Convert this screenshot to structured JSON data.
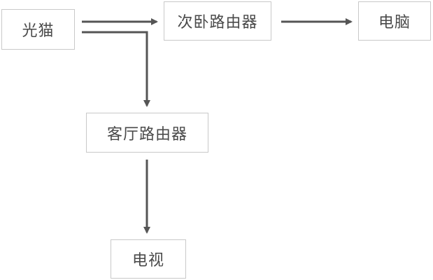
{
  "diagram": {
    "nodes": {
      "modem": "光猫",
      "bedroom_router": "次卧路由器",
      "pc": "电脑",
      "living_router": "客厅路由器",
      "tv": "电视"
    },
    "edges": [
      {
        "from": "modem",
        "to": "bedroom_router"
      },
      {
        "from": "bedroom_router",
        "to": "pc"
      },
      {
        "from": "modem",
        "to": "living_router"
      },
      {
        "from": "living_router",
        "to": "tv"
      }
    ],
    "colors": {
      "box_border": "#c9c9c9",
      "text": "#4a4a4a",
      "arrow": "#555555"
    }
  }
}
